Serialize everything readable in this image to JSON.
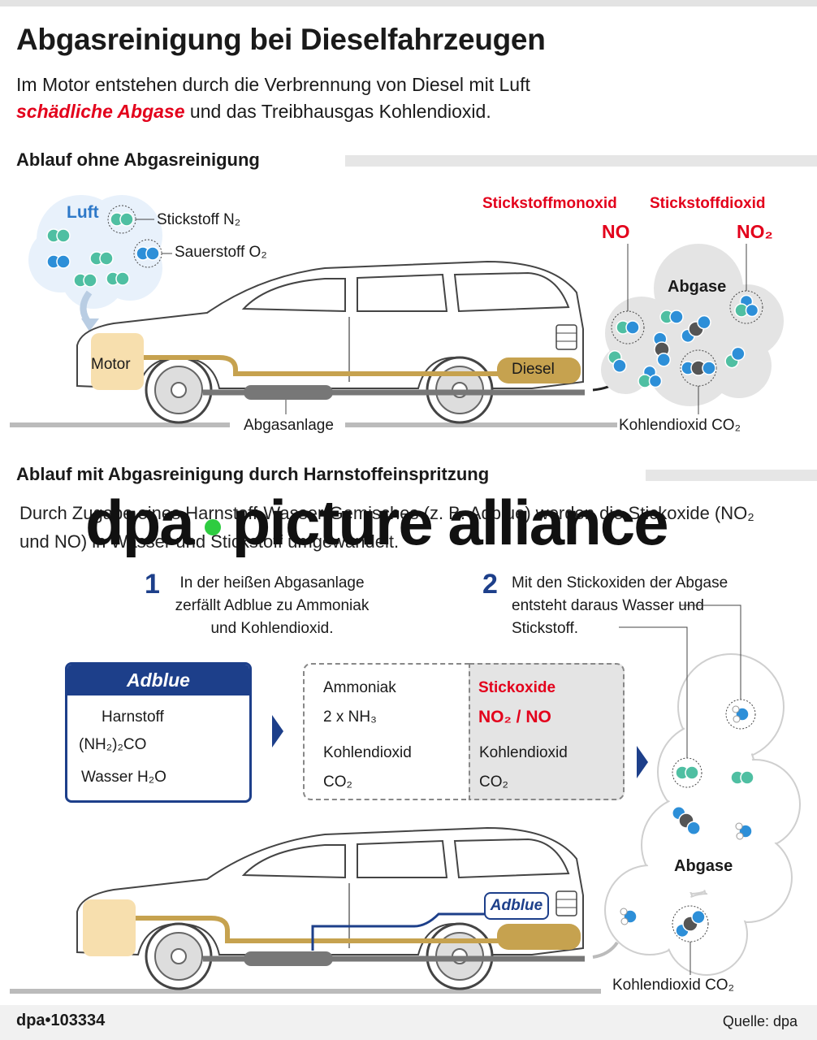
{
  "header": {
    "title": "Abgasreinigung bei Dieselfahrzeugen",
    "intro_line1": "Im Motor entstehen durch die Verbrennung von Diesel mit Luft",
    "intro_red": "schädliche Abgase",
    "intro_line2_rest": " und das Treibhausgas Kohlendioxid."
  },
  "section1": {
    "heading": "Ablauf ohne Abgasreinigung",
    "luft": "Luft",
    "stickstoff": "Stickstoff  N₂",
    "sauerstoff": "Sauerstoff  O₂",
    "motor": "Motor",
    "diesel": "Diesel",
    "abgasanlage": "Abgasanlage",
    "no_name": "Stickstoffmonoxid",
    "no_formula": "NO",
    "no2_name": "Stickstoffdioxid",
    "no2_formula": "NO₂",
    "abgase": "Abgase",
    "co2": "Kohlendioxid  CO₂"
  },
  "section2": {
    "heading": "Ablauf mit Abgasreinigung durch Harnstoffeinspritzung",
    "paragraph": "Durch Zugabe eines Harnstoff-Wasser-Gemisches (z. B. Adblue) werden die Stickoxide (NO₂ und NO) in Wasser und Stickstoff umgewandelt.",
    "step1_num": "1",
    "step1_text": "In der heißen Abgasanlage zerfällt Adblue zu Ammoniak und Kohlendioxid.",
    "step2_num": "2",
    "step2_text": "Mit den Stickoxiden der Abgase entsteht daraus Wasser und Stickstoff.",
    "adblue_title": "Adblue",
    "harnstoff": "Harnstoff",
    "harnstoff_formula": "(NH₂)₂CO",
    "wasser": "Wasser  H₂O",
    "ammoniak": "Ammoniak",
    "ammoniak_formula": "2 x NH₃",
    "kohlendioxid": "Kohlendioxid",
    "co2_formula": "CO₂",
    "stickoxide": "Stickoxide",
    "stickoxide_formula": "NO₂ / NO",
    "kohlendioxid2": "Kohlendioxid",
    "co2_formula2": "CO₂",
    "abgase": "Abgase",
    "adblue_tank": "Adblue",
    "co2_bottom": "Kohlendioxid  CO₂"
  },
  "watermark": {
    "left": "dpa",
    "right": "picture alliance"
  },
  "footer": {
    "id": "dpa•103334",
    "source": "Quelle: dpa"
  },
  "colors": {
    "red": "#e3001b",
    "navy": "#1d3f8a",
    "blue": "#2d8fd8",
    "teal": "#4fbfa2",
    "fuel": "#c6a24f",
    "carbon": "#555555"
  }
}
